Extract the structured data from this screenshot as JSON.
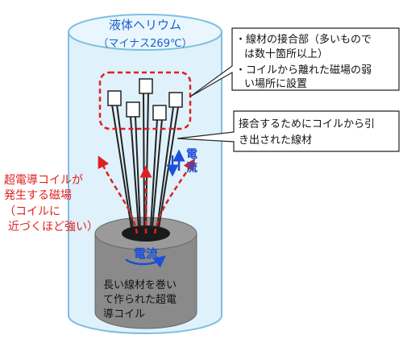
{
  "cylinder": {
    "title": "液体ヘリウム",
    "temperature": "（マイナス269℃）"
  },
  "callouts": {
    "joints": {
      "line1": "・線材の接合部（多いものでは数十箇所以上）",
      "line1a": "・線材の接合部（多いもので",
      "line1b": "は数十箇所以上）",
      "line2a": "・コイルから離れた磁場の弱",
      "line2b": "い場所に設置"
    },
    "leads": {
      "line1": "接合するためにコイルから引",
      "line2": "き出された線材"
    }
  },
  "current_label_top": {
    "char1": "電",
    "char2": "流"
  },
  "field_label": {
    "line1": "超電導コイルが",
    "line2": "発生する磁場",
    "line3": "（コイルに",
    "line4": "近づくほど強い）"
  },
  "coil": {
    "current_label": "電流",
    "description_line1": "長い線材を巻い",
    "description_line2": "て作られた超電",
    "description_line3": "導コイル"
  },
  "colors": {
    "helium_fill": "#dff1fb",
    "helium_stroke": "#7fbfe0",
    "title_blue": "#1560c8",
    "field_red": "#e02020",
    "coil_gray": "#8a8a8a",
    "coil_dark": "#1a1a1a",
    "current_blue": "#1a4fd8"
  }
}
